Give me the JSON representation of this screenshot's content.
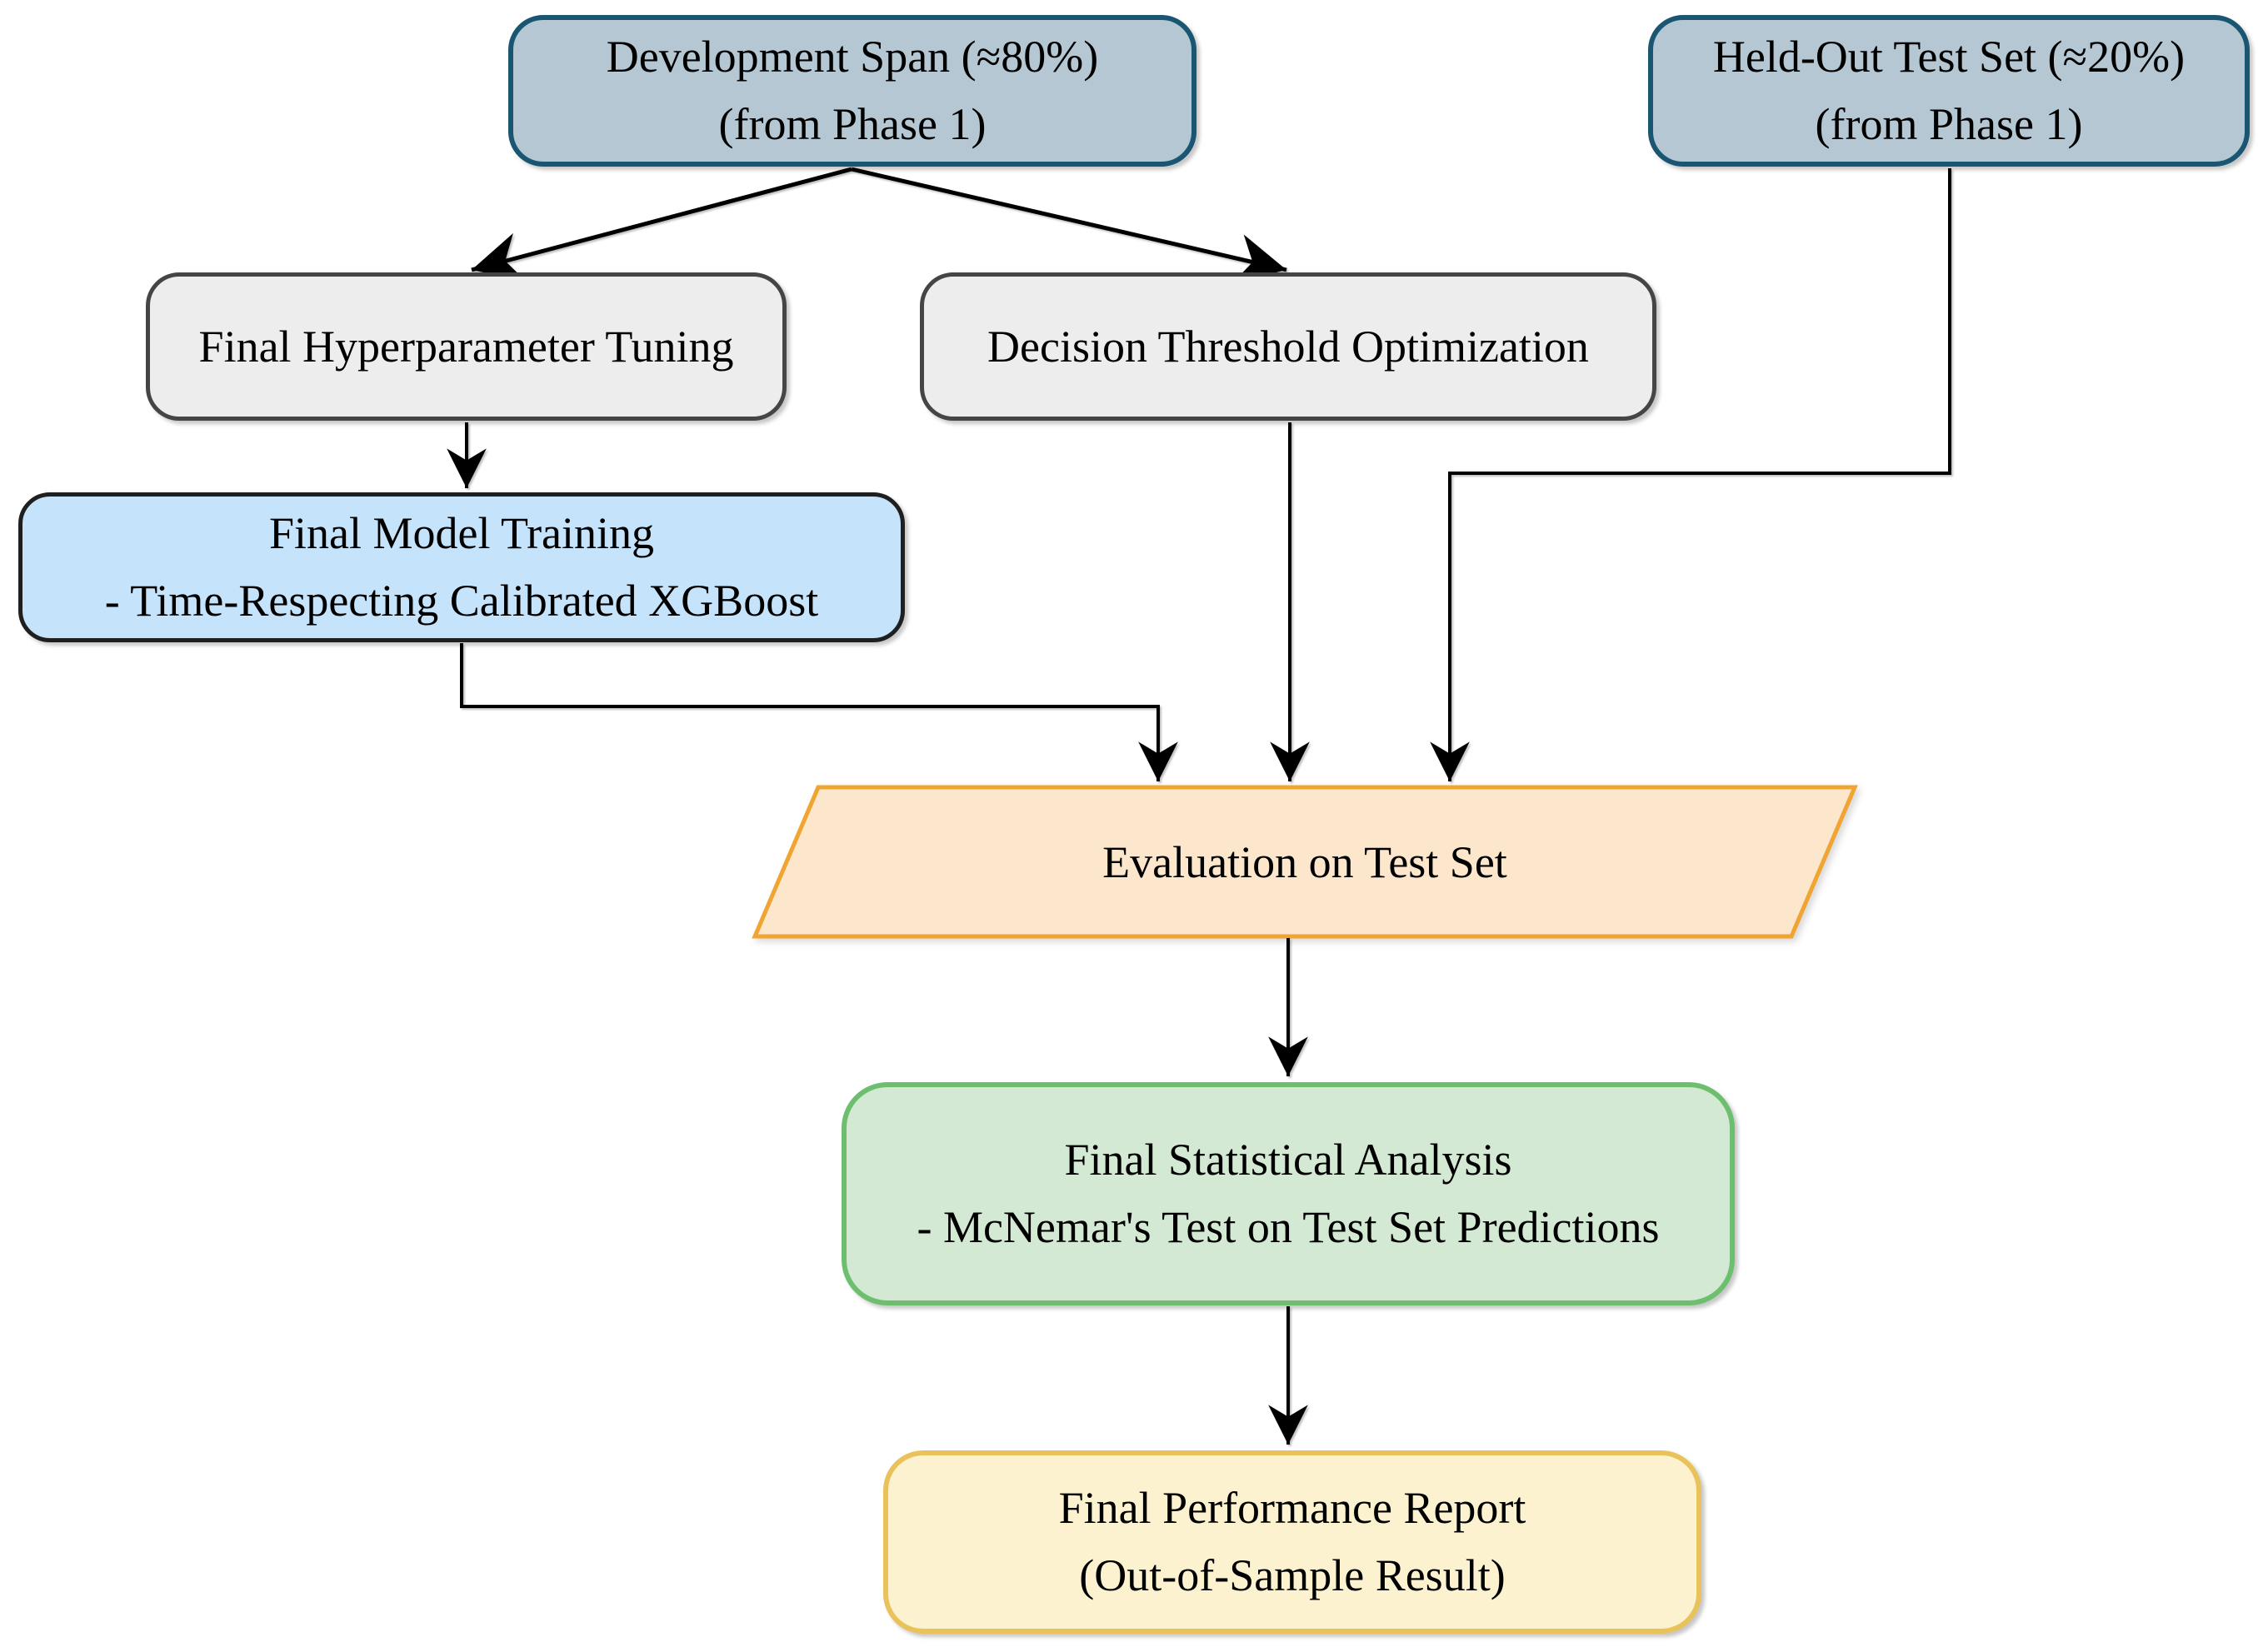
{
  "diagram": {
    "background_color": "#ffffff",
    "text_color": "#000000",
    "arrow_color": "#000000",
    "nodes": {
      "development_span": {
        "line1": "Development Span (≈80%)",
        "line2": "(from Phase 1)",
        "shape": "rounded-rectangle",
        "fill": "#b4c7d3",
        "border": "#1a5572"
      },
      "held_out_test_set": {
        "line1": "Held-Out Test Set (≈20%)",
        "line2": "(from Phase 1)",
        "shape": "rounded-rectangle",
        "fill": "#b4c7d3",
        "border": "#1a5572"
      },
      "hyperparameter_tuning": {
        "line1": "Final Hyperparameter Tuning",
        "shape": "rounded-rectangle",
        "fill": "#ededed",
        "border": "#454545"
      },
      "threshold_optimization": {
        "line1": "Decision Threshold Optimization",
        "shape": "rounded-rectangle",
        "fill": "#ededed",
        "border": "#454545"
      },
      "final_model_training": {
        "line1": "Final Model Training",
        "line2": "- Time-Respecting Calibrated XGBoost",
        "shape": "rounded-rectangle",
        "fill": "#c5e3fa",
        "border": "#1f1f1f"
      },
      "evaluation_on_test_set": {
        "line1": "Evaluation on Test Set",
        "shape": "parallelogram",
        "fill": "#fce6cc",
        "border": "#f0a431"
      },
      "final_statistical_analysis": {
        "line1": "Final Statistical Analysis",
        "line2": "- McNemar's Test on Test Set Predictions",
        "shape": "rounded-rectangle",
        "fill": "#d3e9d3",
        "border": "#6dbe6e"
      },
      "final_performance_report": {
        "line1": "Final Performance Report",
        "line2": "(Out-of-Sample Result)",
        "shape": "rounded-rectangle",
        "fill": "#fcf2cf",
        "border": "#eac25c"
      }
    },
    "edges": [
      {
        "from": "development_span",
        "to": "hyperparameter_tuning"
      },
      {
        "from": "development_span",
        "to": "threshold_optimization"
      },
      {
        "from": "hyperparameter_tuning",
        "to": "final_model_training"
      },
      {
        "from": "final_model_training",
        "to": "evaluation_on_test_set"
      },
      {
        "from": "threshold_optimization",
        "to": "evaluation_on_test_set"
      },
      {
        "from": "held_out_test_set",
        "to": "evaluation_on_test_set"
      },
      {
        "from": "evaluation_on_test_set",
        "to": "final_statistical_analysis"
      },
      {
        "from": "final_statistical_analysis",
        "to": "final_performance_report"
      }
    ]
  }
}
